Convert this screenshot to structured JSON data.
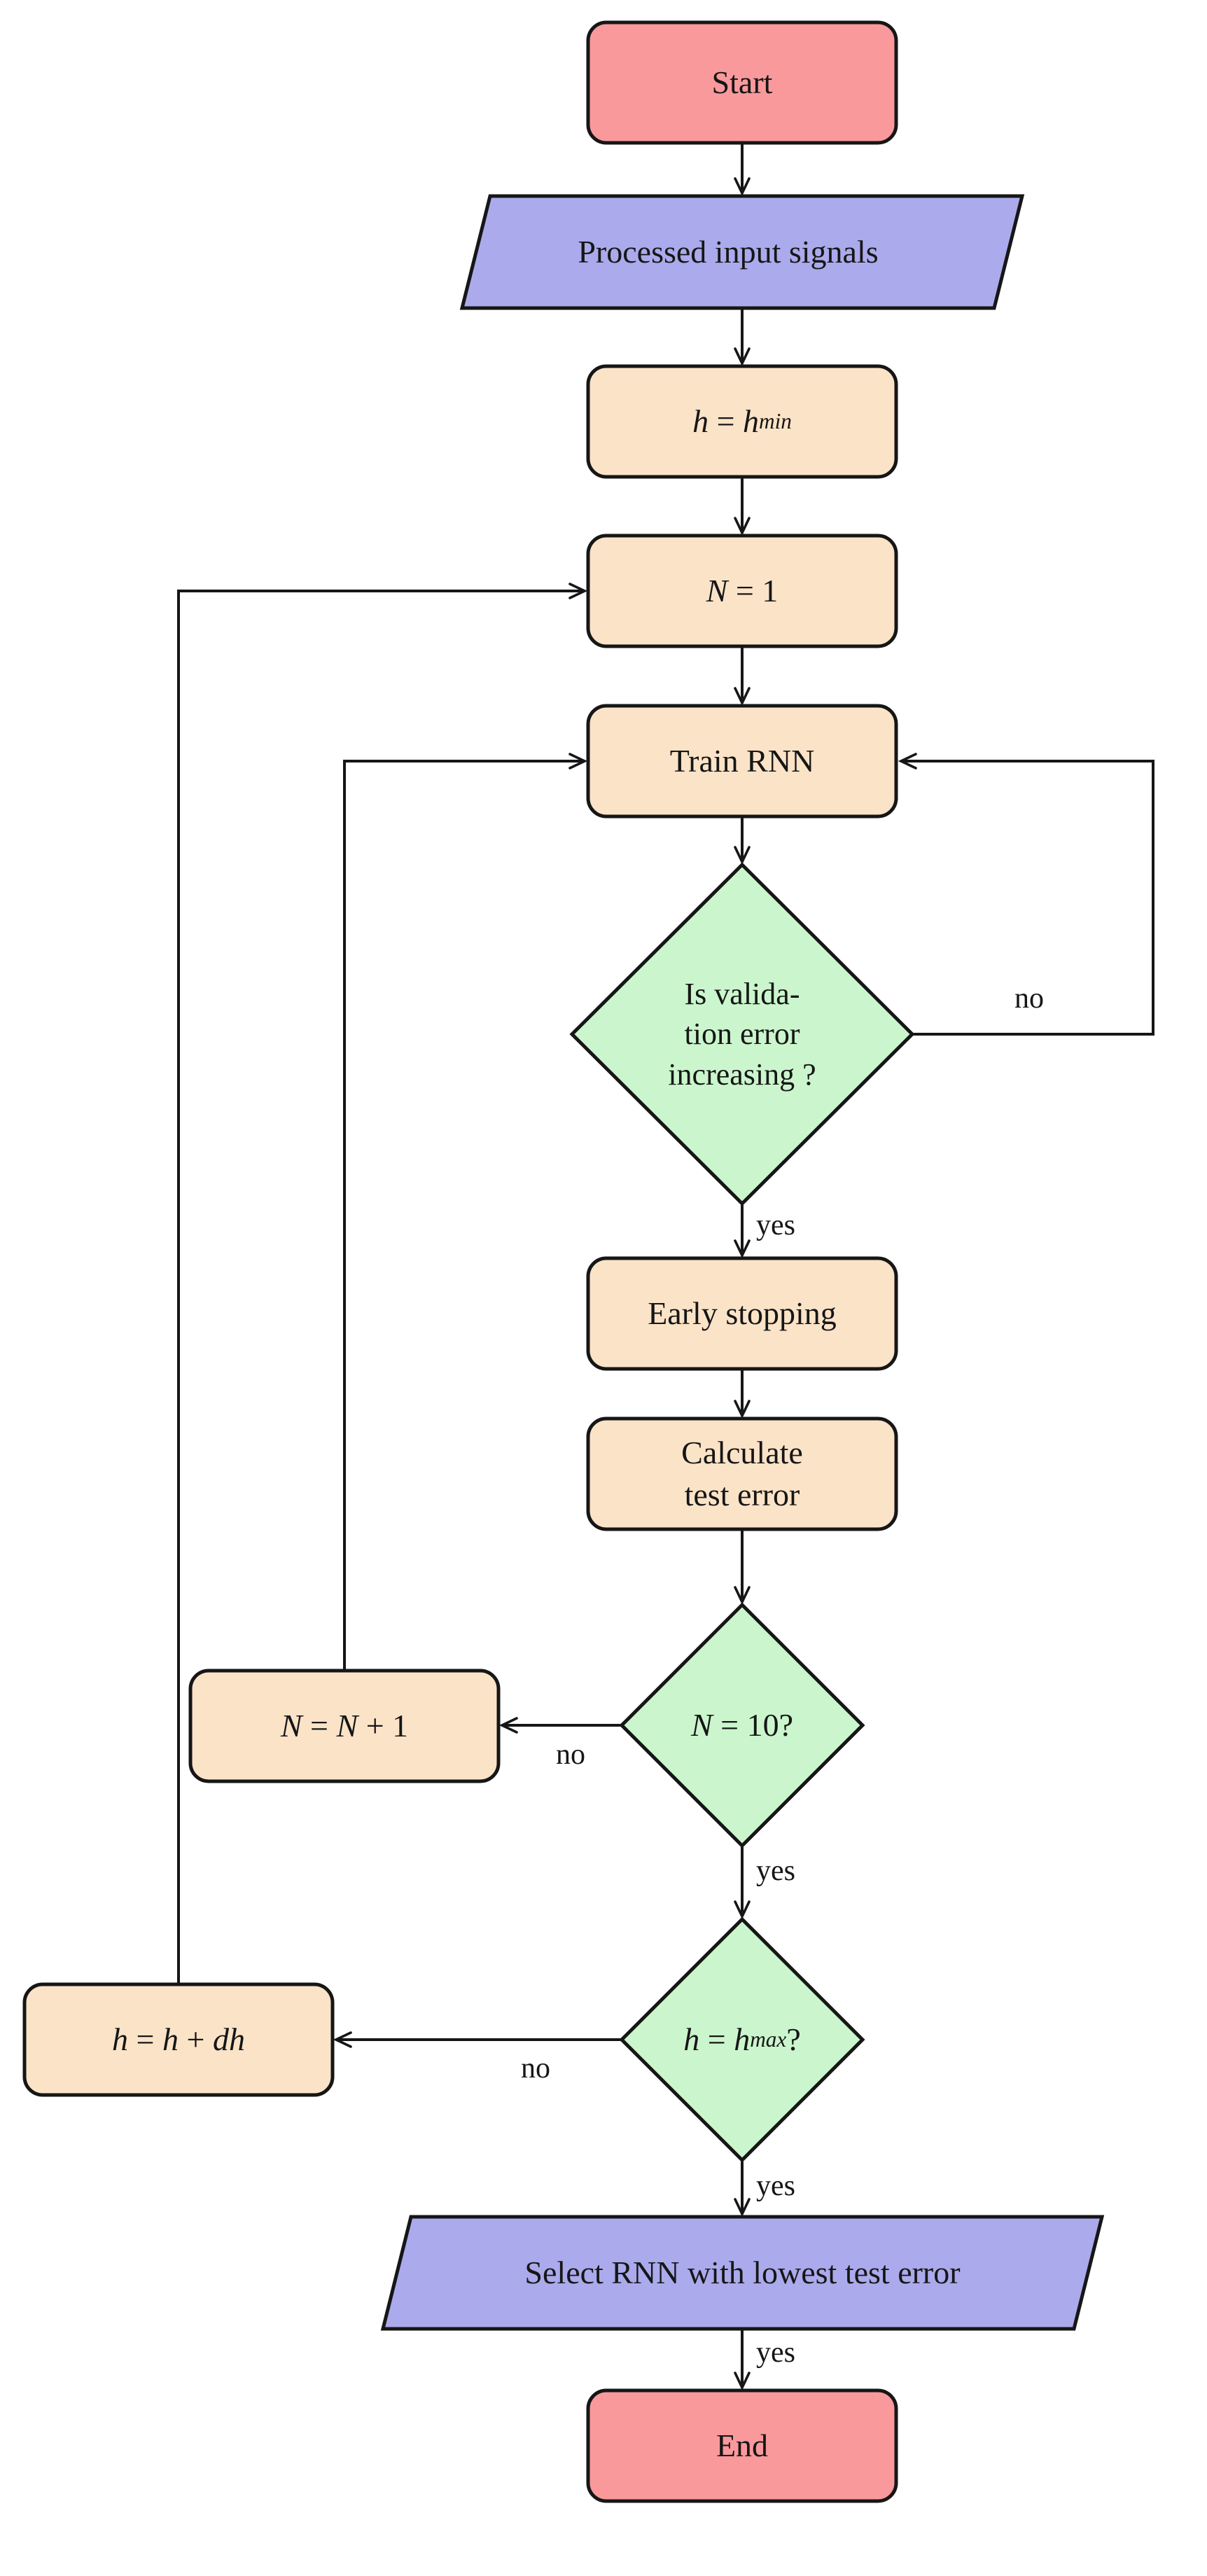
{
  "colors": {
    "terminal_fill": "#f9999b",
    "process_fill": "#fbe3c8",
    "decision_fill": "#cbf6cd",
    "io_fill": "#abaaec",
    "stroke": "#161616"
  },
  "nodes": {
    "start": {
      "type": "terminal",
      "label": "Start"
    },
    "input": {
      "type": "io",
      "label": "Processed input signals"
    },
    "h_init": {
      "type": "process",
      "segments": [
        {
          "t": "h",
          "i": true
        },
        {
          "t": " = "
        },
        {
          "t": "h",
          "i": true
        },
        {
          "t": "min",
          "i": true,
          "s": true
        }
      ]
    },
    "n_init": {
      "type": "process",
      "segments": [
        {
          "t": "N",
          "i": true
        },
        {
          "t": " = 1"
        }
      ]
    },
    "train": {
      "type": "process",
      "label": "Train RNN"
    },
    "d1": {
      "type": "decision",
      "lines": [
        "Is valida-",
        "tion error",
        "increasing ?"
      ]
    },
    "early": {
      "type": "process",
      "label": "Early stopping"
    },
    "calc": {
      "type": "process",
      "lines": [
        "Calculate",
        "test error"
      ]
    },
    "d2": {
      "type": "decision",
      "segments": [
        {
          "t": "N",
          "i": true
        },
        {
          "t": " = 10?"
        }
      ]
    },
    "n_inc": {
      "type": "process",
      "segments": [
        {
          "t": "N",
          "i": true
        },
        {
          "t": " = "
        },
        {
          "t": "N",
          "i": true
        },
        {
          "t": " + 1"
        }
      ]
    },
    "d3": {
      "type": "decision",
      "segments": [
        {
          "t": "h",
          "i": true
        },
        {
          "t": " = "
        },
        {
          "t": "h",
          "i": true
        },
        {
          "t": "max",
          "i": true,
          "s": true
        },
        {
          "t": "?"
        }
      ]
    },
    "h_inc": {
      "type": "process",
      "segments": [
        {
          "t": "h",
          "i": true
        },
        {
          "t": " = "
        },
        {
          "t": "h",
          "i": true
        },
        {
          "t": " + "
        },
        {
          "t": "dh",
          "i": true
        }
      ]
    },
    "select": {
      "type": "io",
      "label": "Select RNN with lowest test error"
    },
    "end": {
      "type": "terminal",
      "label": "End"
    }
  },
  "edge_labels": {
    "d1_no": "no",
    "d1_yes": "yes",
    "d2_no": "no",
    "d2_yes": "yes",
    "d3_no": "no",
    "d3_yes": "yes",
    "select_yes": "yes"
  }
}
